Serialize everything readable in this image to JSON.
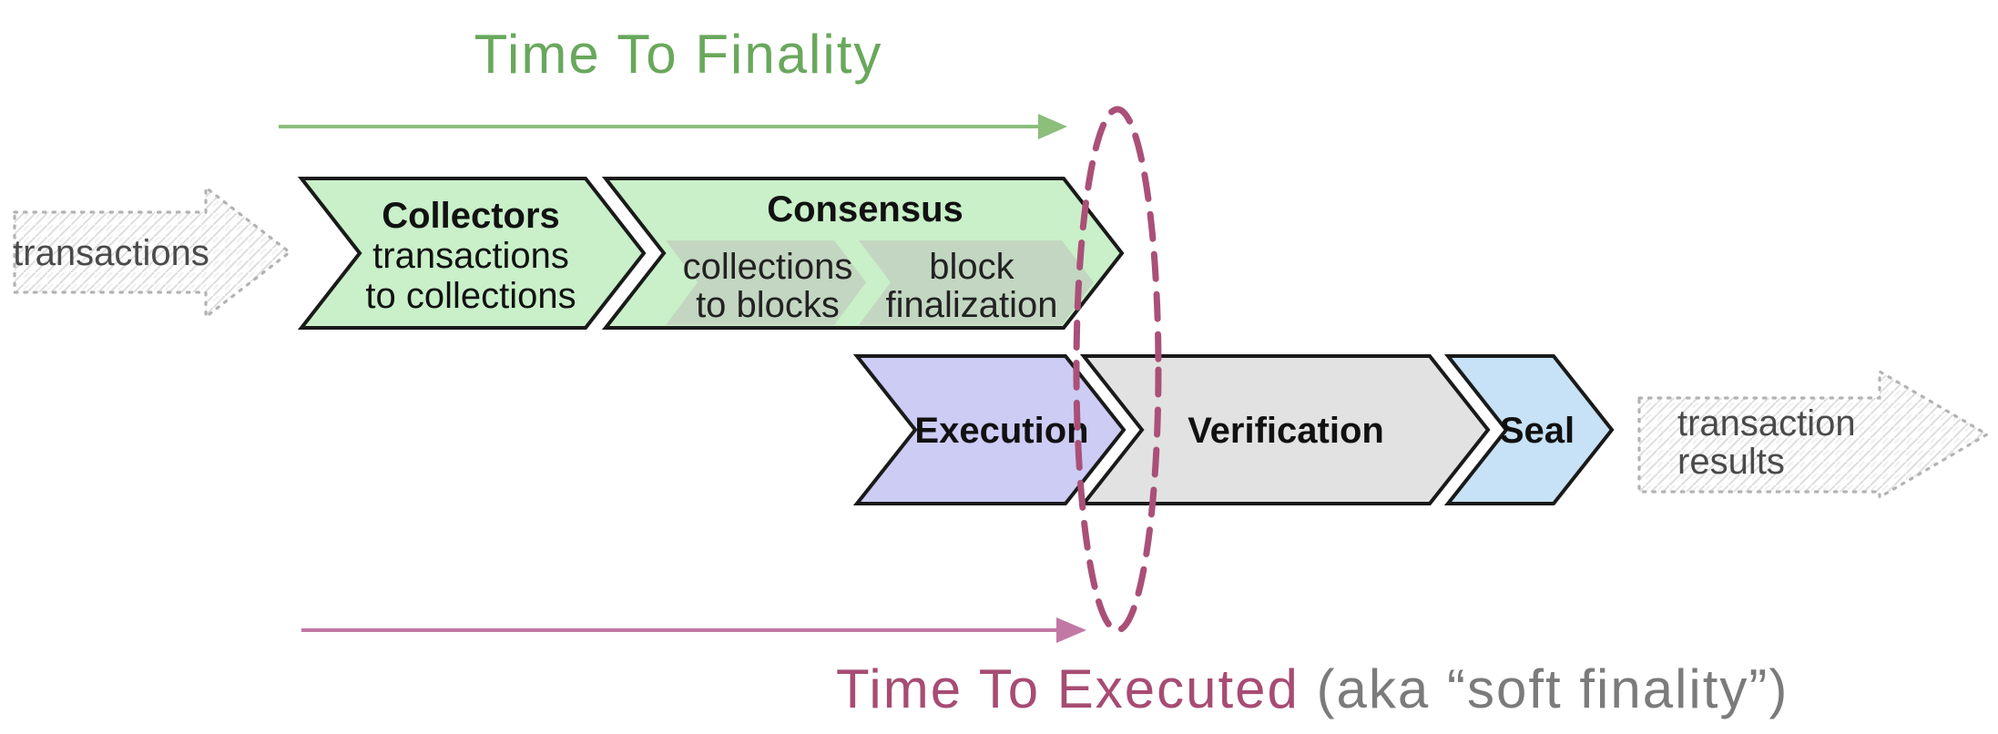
{
  "titles": {
    "time_to_finality": "Time To Finality",
    "time_to_executed": "Time To Executed",
    "time_to_executed_suffix": " (aka “soft finality”)"
  },
  "io": {
    "input_label": "transactions",
    "output_line1": "transaction",
    "output_line2": "results"
  },
  "stages": {
    "collectors": {
      "title": "Collectors",
      "line1": "transactions",
      "line2": "to collections"
    },
    "consensus": {
      "title": "Consensus",
      "sub_steps": [
        {
          "line1": "collections",
          "line2": "to blocks"
        },
        {
          "line1": "block",
          "line2": "finalization"
        }
      ]
    },
    "execution": {
      "title": "Execution"
    },
    "verification": {
      "title": "Verification"
    },
    "seal": {
      "title": "Seal"
    }
  },
  "colors": {
    "finality_green_text": "#69a85c",
    "finality_arrow_green": "#8cbe7c",
    "stage_green_fill": "#c9f0c9",
    "substep_gray_green_fill": "#c3d6c1",
    "execution_lavender_fill": "#ccccf5",
    "verification_gray_fill": "#e2e2e2",
    "seal_blue_fill": "#c7e2f7",
    "executed_maroon_text": "#a74c73",
    "executed_arrow_pink": "#c278a4",
    "ellipse_dashed_maroon": "#aa5078",
    "suffix_gray_text": "#7b7b7b",
    "outline_black": "#1a1a1a",
    "sketch_outline_gray": "#b3b3b3"
  }
}
